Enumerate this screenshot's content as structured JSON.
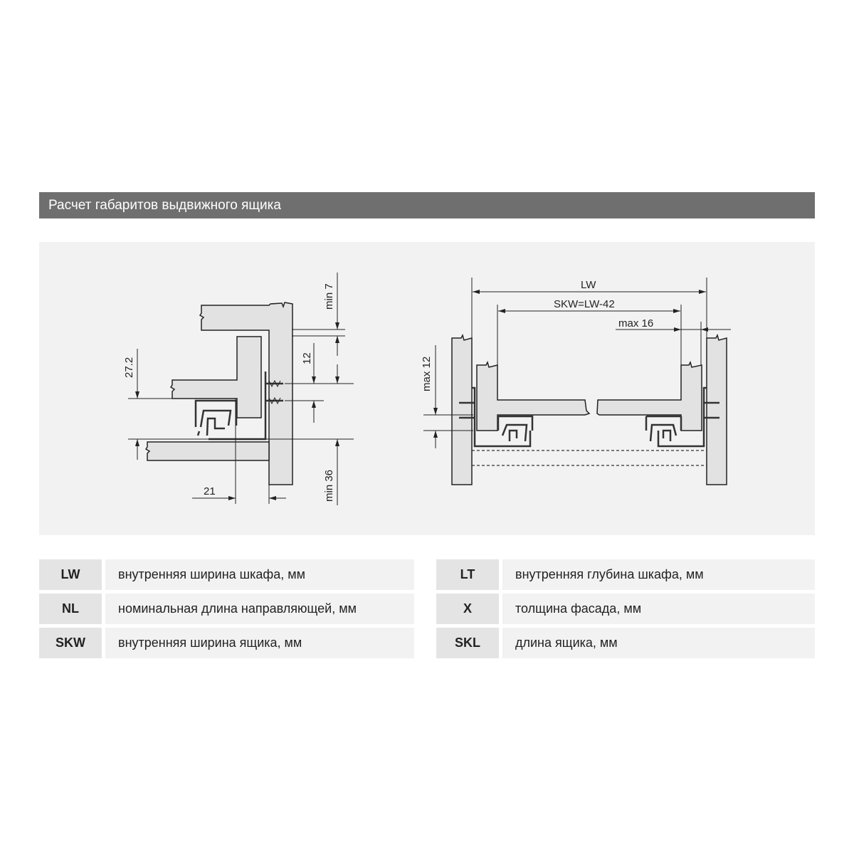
{
  "header": {
    "title": "Расчет габаритов выдвижного ящика"
  },
  "diagram_left": {
    "dims": {
      "min7": "min 7",
      "d12": "12",
      "d27": "27.2",
      "min36": "min 36",
      "d21": "21"
    }
  },
  "diagram_right": {
    "dims": {
      "lw": "LW",
      "skw": "SKW=LW-42",
      "max16": "max 16",
      "max12": "max 12"
    }
  },
  "legend": {
    "left": [
      {
        "key": "LW",
        "desc": "внутренняя ширина шкафа, мм"
      },
      {
        "key": "NL",
        "desc": "номинальная длина направляющей, мм"
      },
      {
        "key": "SKW",
        "desc": "внутренняя ширина ящика, мм"
      }
    ],
    "right": [
      {
        "key": "LT",
        "desc": "внутренняя глубина шкафа, мм"
      },
      {
        "key": "X",
        "desc": "толщина фасада, мм"
      },
      {
        "key": "SKL",
        "desc": "длина ящика, мм"
      }
    ]
  },
  "colors": {
    "header": "#6f6f6f",
    "panel": "#f2f2f2",
    "part": "#e2e2e2"
  }
}
